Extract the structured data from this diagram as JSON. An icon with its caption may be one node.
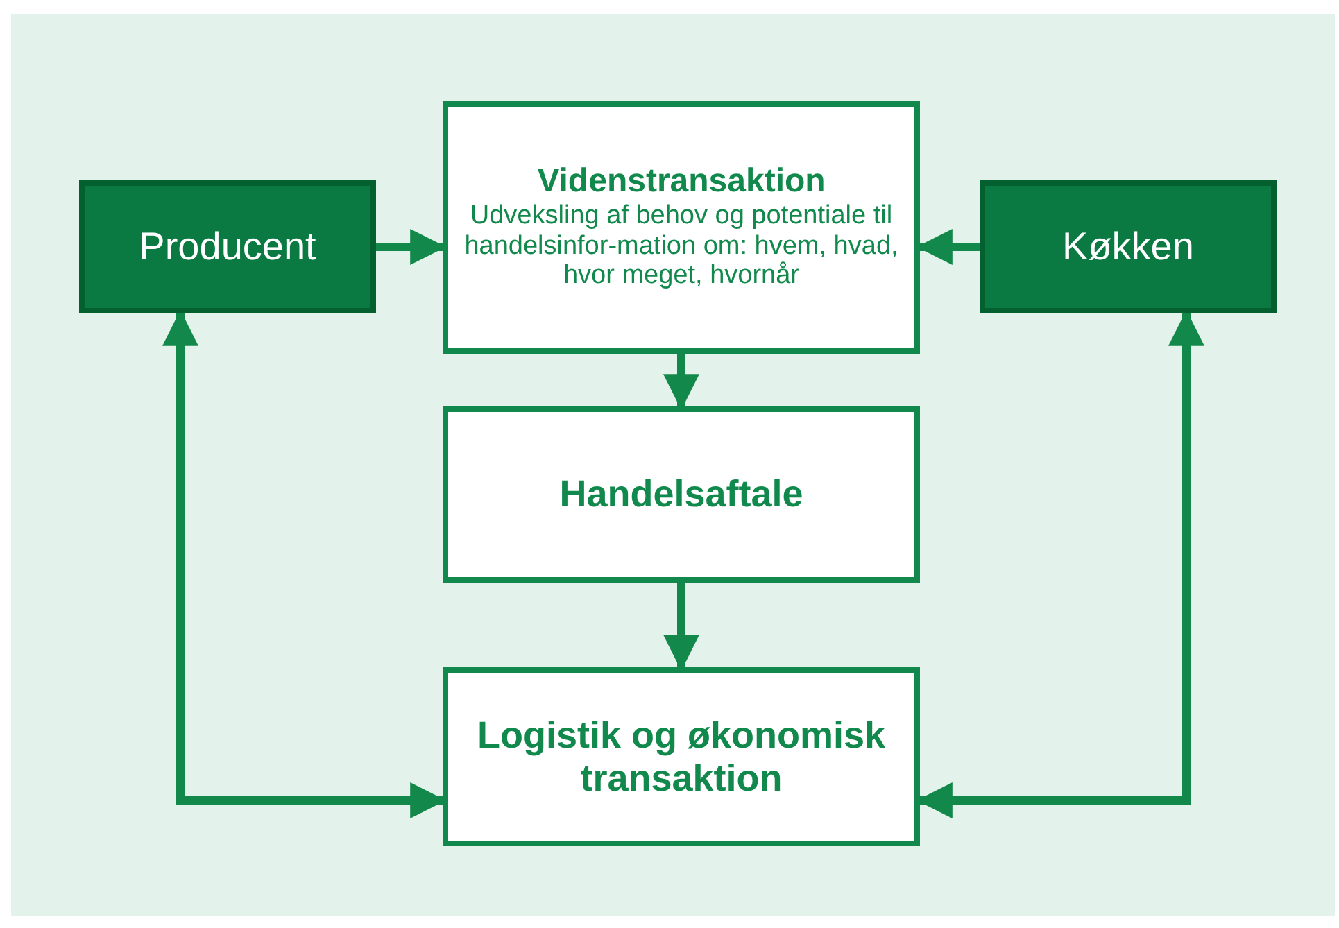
{
  "diagram": {
    "nodes": [
      {
        "text": [
          "Producent"
        ]
      },
      {
        "text": [
          "Videnstransaktion",
          "Udveksling af behov og potentiale til handelsinfor-mation om: hvem, hvad, hvor meget, hvornår"
        ]
      },
      {
        "text": [
          "Køkken"
        ]
      },
      {
        "text": [
          "Handelsaftale"
        ]
      },
      {
        "text": [
          "Logistik og økonomisk transaktion"
        ]
      }
    ],
    "edges": [
      {
        "from": 0,
        "to": 1,
        "arrow": "to"
      },
      {
        "from": 2,
        "to": 1,
        "arrow": "to"
      },
      {
        "from": 1,
        "to": 3,
        "arrow": "to"
      },
      {
        "from": 3,
        "to": 4,
        "arrow": "to"
      },
      {
        "from": 0,
        "to": 4,
        "arrow": "both"
      },
      {
        "from": 2,
        "to": 4,
        "arrow": "both"
      }
    ]
  }
}
